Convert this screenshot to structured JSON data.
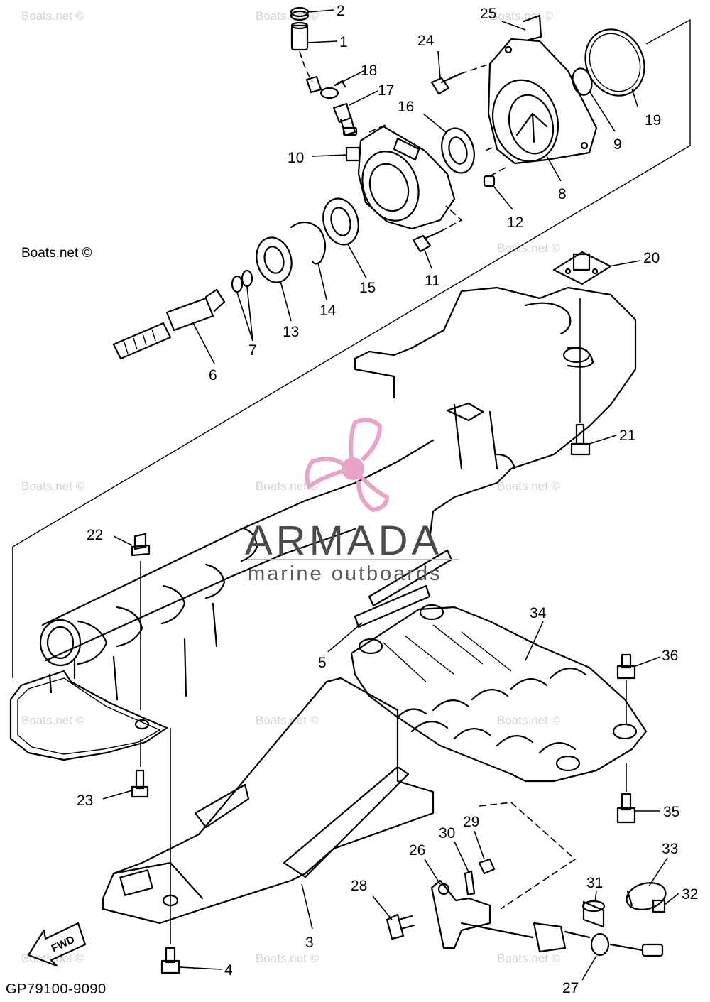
{
  "diagram": {
    "part_code": "GP79100-9090",
    "watermark_text": "Boats.net ©",
    "fwd_label": "FWD",
    "brand": {
      "name": "ARMADA",
      "tagline": "marine outboards",
      "logo_color": "#e9a3c9"
    },
    "callouts": [
      "1",
      "2",
      "3",
      "4",
      "5",
      "6",
      "7",
      "8",
      "9",
      "10",
      "11",
      "12",
      "13",
      "14",
      "15",
      "16",
      "17",
      "18",
      "19",
      "20",
      "21",
      "22",
      "23",
      "24",
      "25",
      "26",
      "27",
      "28",
      "29",
      "30",
      "31",
      "32",
      "33",
      "34",
      "35",
      "36"
    ]
  }
}
